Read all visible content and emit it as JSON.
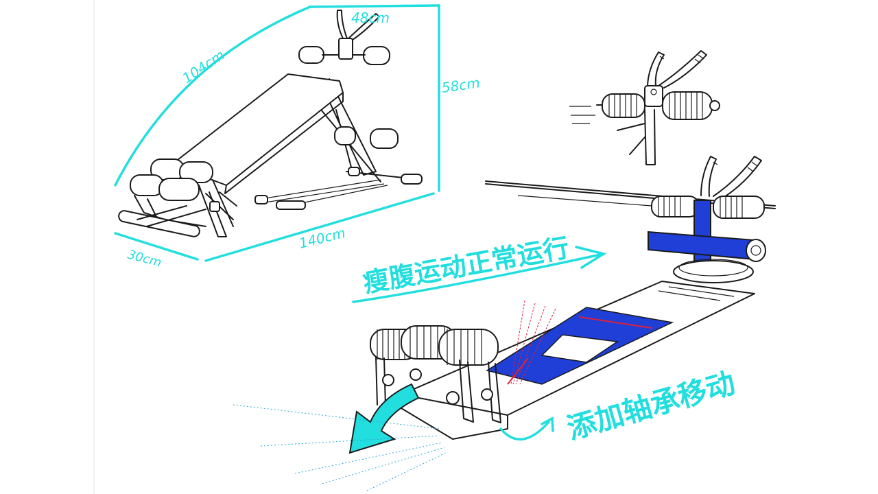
{
  "dimensions": {
    "width_top": "48cm",
    "diagonal": "104cm",
    "height": "58cm",
    "length": "140cm",
    "depth": "30cm"
  },
  "captions": {
    "normal_operation": "瘦腹运动正常运行",
    "add_bearing": "添加轴承移动"
  },
  "colors": {
    "annotation": "#22dede",
    "highlight_blue": "#1f3fd6",
    "accent_red": "#e0203a",
    "ink": "#1a1a1a"
  }
}
